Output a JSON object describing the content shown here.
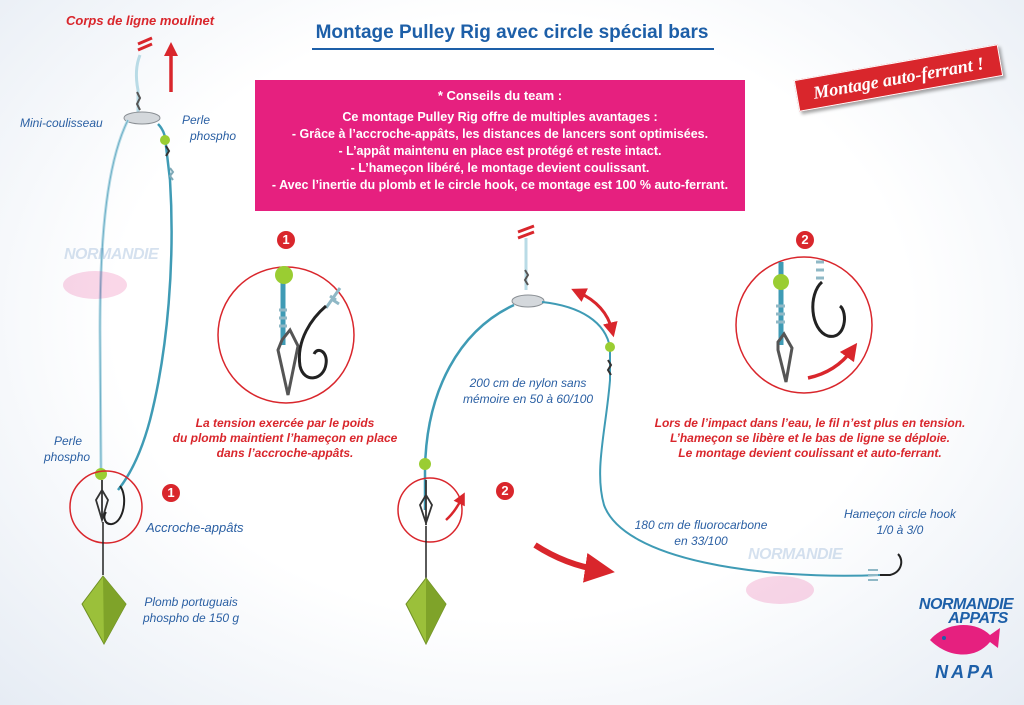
{
  "title": "Montage Pulley Rig avec circle spécial bars",
  "badge": "Montage auto-ferrant !",
  "tips": {
    "heading": "* Conseils du team :",
    "lines": [
      "Ce montage Pulley Rig offre de multiples avantages :",
      "- Grâce à l’accroche-appâts, les distances de lancers sont optimisées.",
      "- L’appât maintenu en place est protégé et reste intact.",
      "- L’hameçon libéré, le montage devient coulissant.",
      "- Avec l’inertie du plomb et le circle hook, ce montage est 100 % auto-ferrant."
    ]
  },
  "labels": {
    "corps": "Corps de ligne moulinet",
    "mini_coulisseau": "Mini-coulisseau",
    "perle_top": [
      "Perle",
      "phospho"
    ],
    "perle_bottom": [
      "Perle",
      "phospho"
    ],
    "accroche": "Accroche-appâts",
    "plomb": [
      "Plomb portuguais",
      "phospho de 150 g"
    ],
    "nylon": [
      "200 cm de nylon sans",
      "mémoire en 50 à 60/100"
    ],
    "fluoro": [
      "180 cm de fluorocarbone",
      "en 33/100"
    ],
    "hook": [
      "Hameçon circle hook",
      "1/0 à 3/0"
    ]
  },
  "markers": {
    "one": "1",
    "two": "2"
  },
  "captions": {
    "left": [
      "La tension exercée par le poids",
      "du plomb maintient l’hameçon en place",
      "dans l’accroche-appâts."
    ],
    "right": [
      "Lors de l’impact dans l’eau, le fil n’est plus en tension.",
      "L’hameçon se libère et le bas de ligne se déploie.",
      "Le montage devient coulissant et auto-ferrant."
    ]
  },
  "logo": {
    "line1": "NORMANDIE",
    "line2": "APPATS",
    "sub": "NAPA"
  },
  "colors": {
    "title_blue": "#1d5fa8",
    "text_blue": "#2a5fa3",
    "accent_red": "#d9262c",
    "tips_pink": "#e6207f",
    "line_teal": "#3f9bb5",
    "bead_green": "#9acd32",
    "lead_green": "#9bc03a"
  }
}
